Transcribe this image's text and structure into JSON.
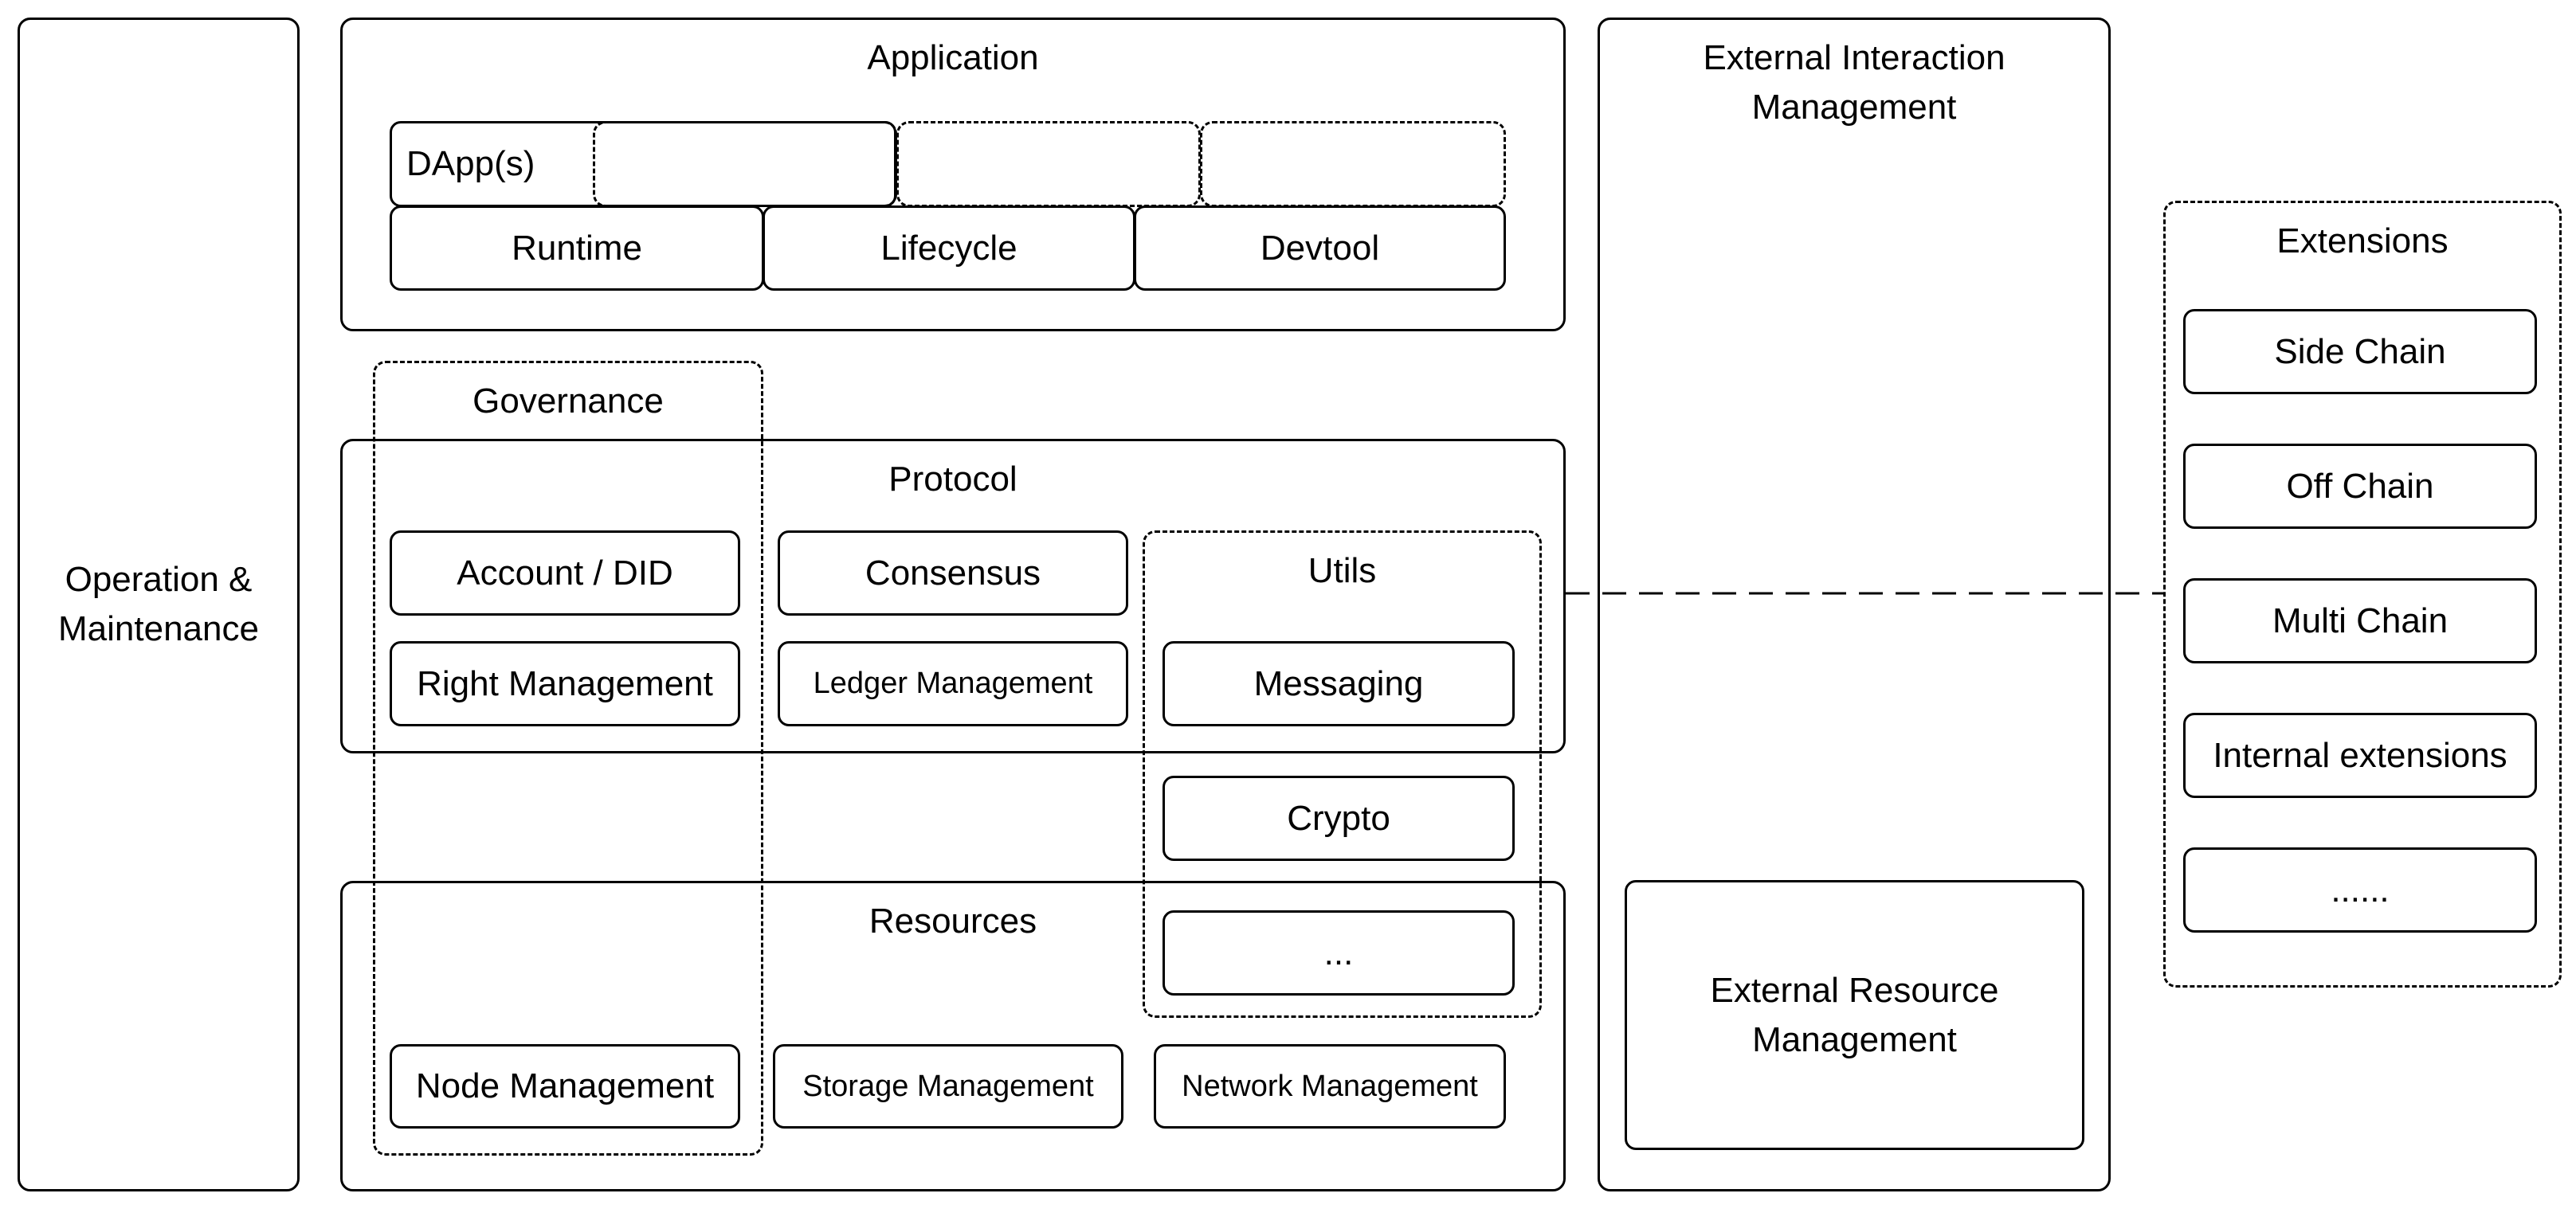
{
  "operation": {
    "label_line1": "Operation &",
    "label_line2": "Maintenance"
  },
  "application": {
    "title": "Application",
    "dapps_label": "DApp(s)",
    "runtime": "Runtime",
    "lifecycle": "Lifecycle",
    "devtool": "Devtool"
  },
  "governance": {
    "title": "Governance"
  },
  "protocol": {
    "title": "Protocol",
    "account": "Account / DID",
    "right": "Right Management",
    "consensus": "Consensus",
    "ledger": "Ledger Management"
  },
  "utils": {
    "title": "Utils",
    "messaging": "Messaging",
    "crypto": "Crypto",
    "more": "..."
  },
  "resources": {
    "title": "Resources",
    "node": "Node Management",
    "storage": "Storage Management",
    "network": "Network Management"
  },
  "external_interaction": {
    "title_line1": "External Interaction",
    "title_line2": "Management"
  },
  "external_resource": {
    "title_line1": "External Resource",
    "title_line2": "Management"
  },
  "extensions": {
    "title": "Extensions",
    "items": [
      "Side Chain",
      "Off Chain",
      "Multi Chain",
      "Internal extensions",
      "......"
    ]
  }
}
